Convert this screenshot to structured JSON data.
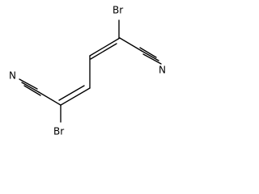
{
  "molecule": {
    "atoms": {
      "br_top": "Br",
      "br_bottom": "Br",
      "n_left": "N",
      "n_right": "N"
    }
  }
}
